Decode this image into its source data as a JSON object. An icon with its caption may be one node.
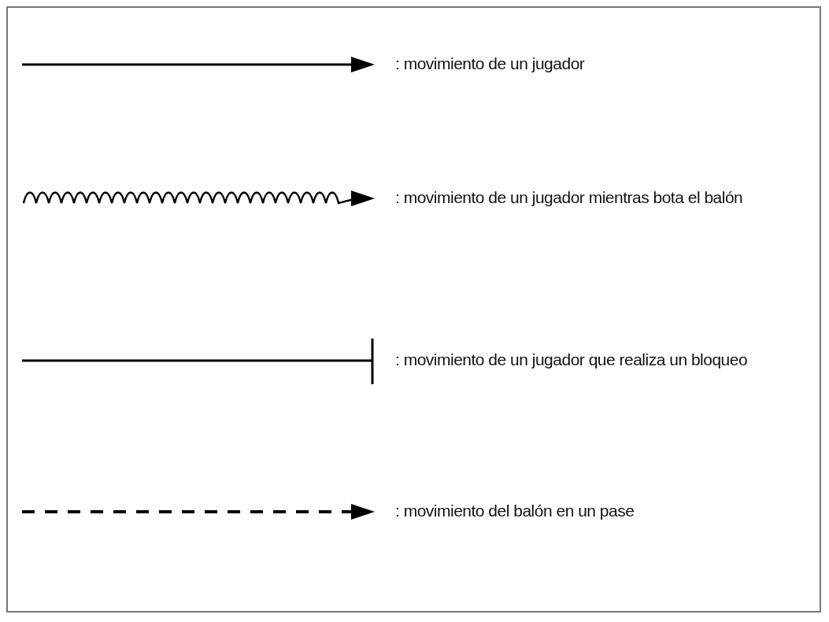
{
  "diagram": {
    "legend": [
      {
        "text": ": movimiento de un jugador"
      },
      {
        "text": ": movimiento de un jugador mientras bota el balón"
      },
      {
        "text": ": movimiento de un jugador que realiza un bloqueo"
      },
      {
        "text": ": movimiento del balón en un pase"
      }
    ]
  }
}
